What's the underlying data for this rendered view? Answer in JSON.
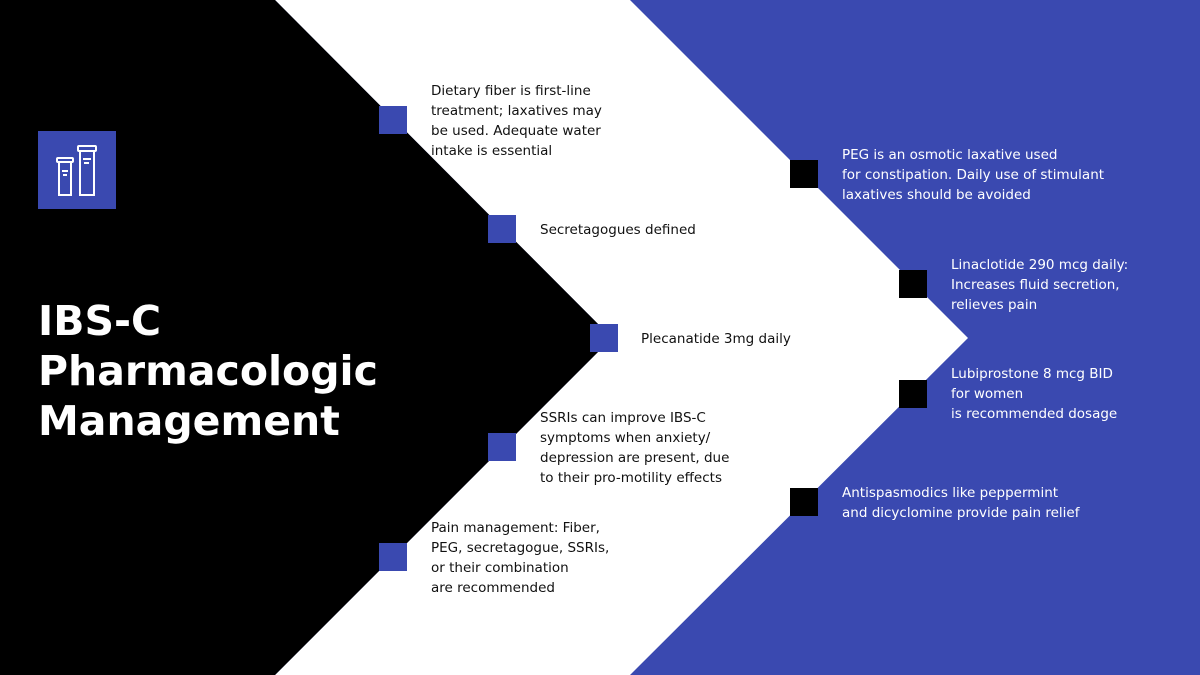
{
  "title": "IBS-C\nPharmacologic\nManagement",
  "icon": "pill-bottles-icon",
  "colors": {
    "accent": "#3a49b0",
    "dark": "#000000",
    "light": "#ffffff"
  },
  "left_items": [
    "Dietary fiber is first-line\ntreatment; laxatives may\nbe used. Adequate water\nintake is essential",
    "Secretagogues defined",
    "Plecanatide 3mg daily",
    "SSRIs can improve IBS-C\nsymptoms when anxiety/\ndepression are present, due\nto their pro-motility effects",
    "Pain management: Fiber,\nPEG, secretagogue, SSRIs,\nor their combination\nare recommended"
  ],
  "right_items": [
    "PEG is an osmotic laxative used\nfor constipation. Daily use of stimulant\nlaxatives should be avoided",
    "Linaclotide 290 mcg daily:\nIncreases fluid secretion,\nrelieves pain",
    "Lubiprostone 8 mcg BID\nfor women\nis recommended dosage",
    "Antispasmodics like peppermint\nand dicyclomine provide pain relief"
  ]
}
